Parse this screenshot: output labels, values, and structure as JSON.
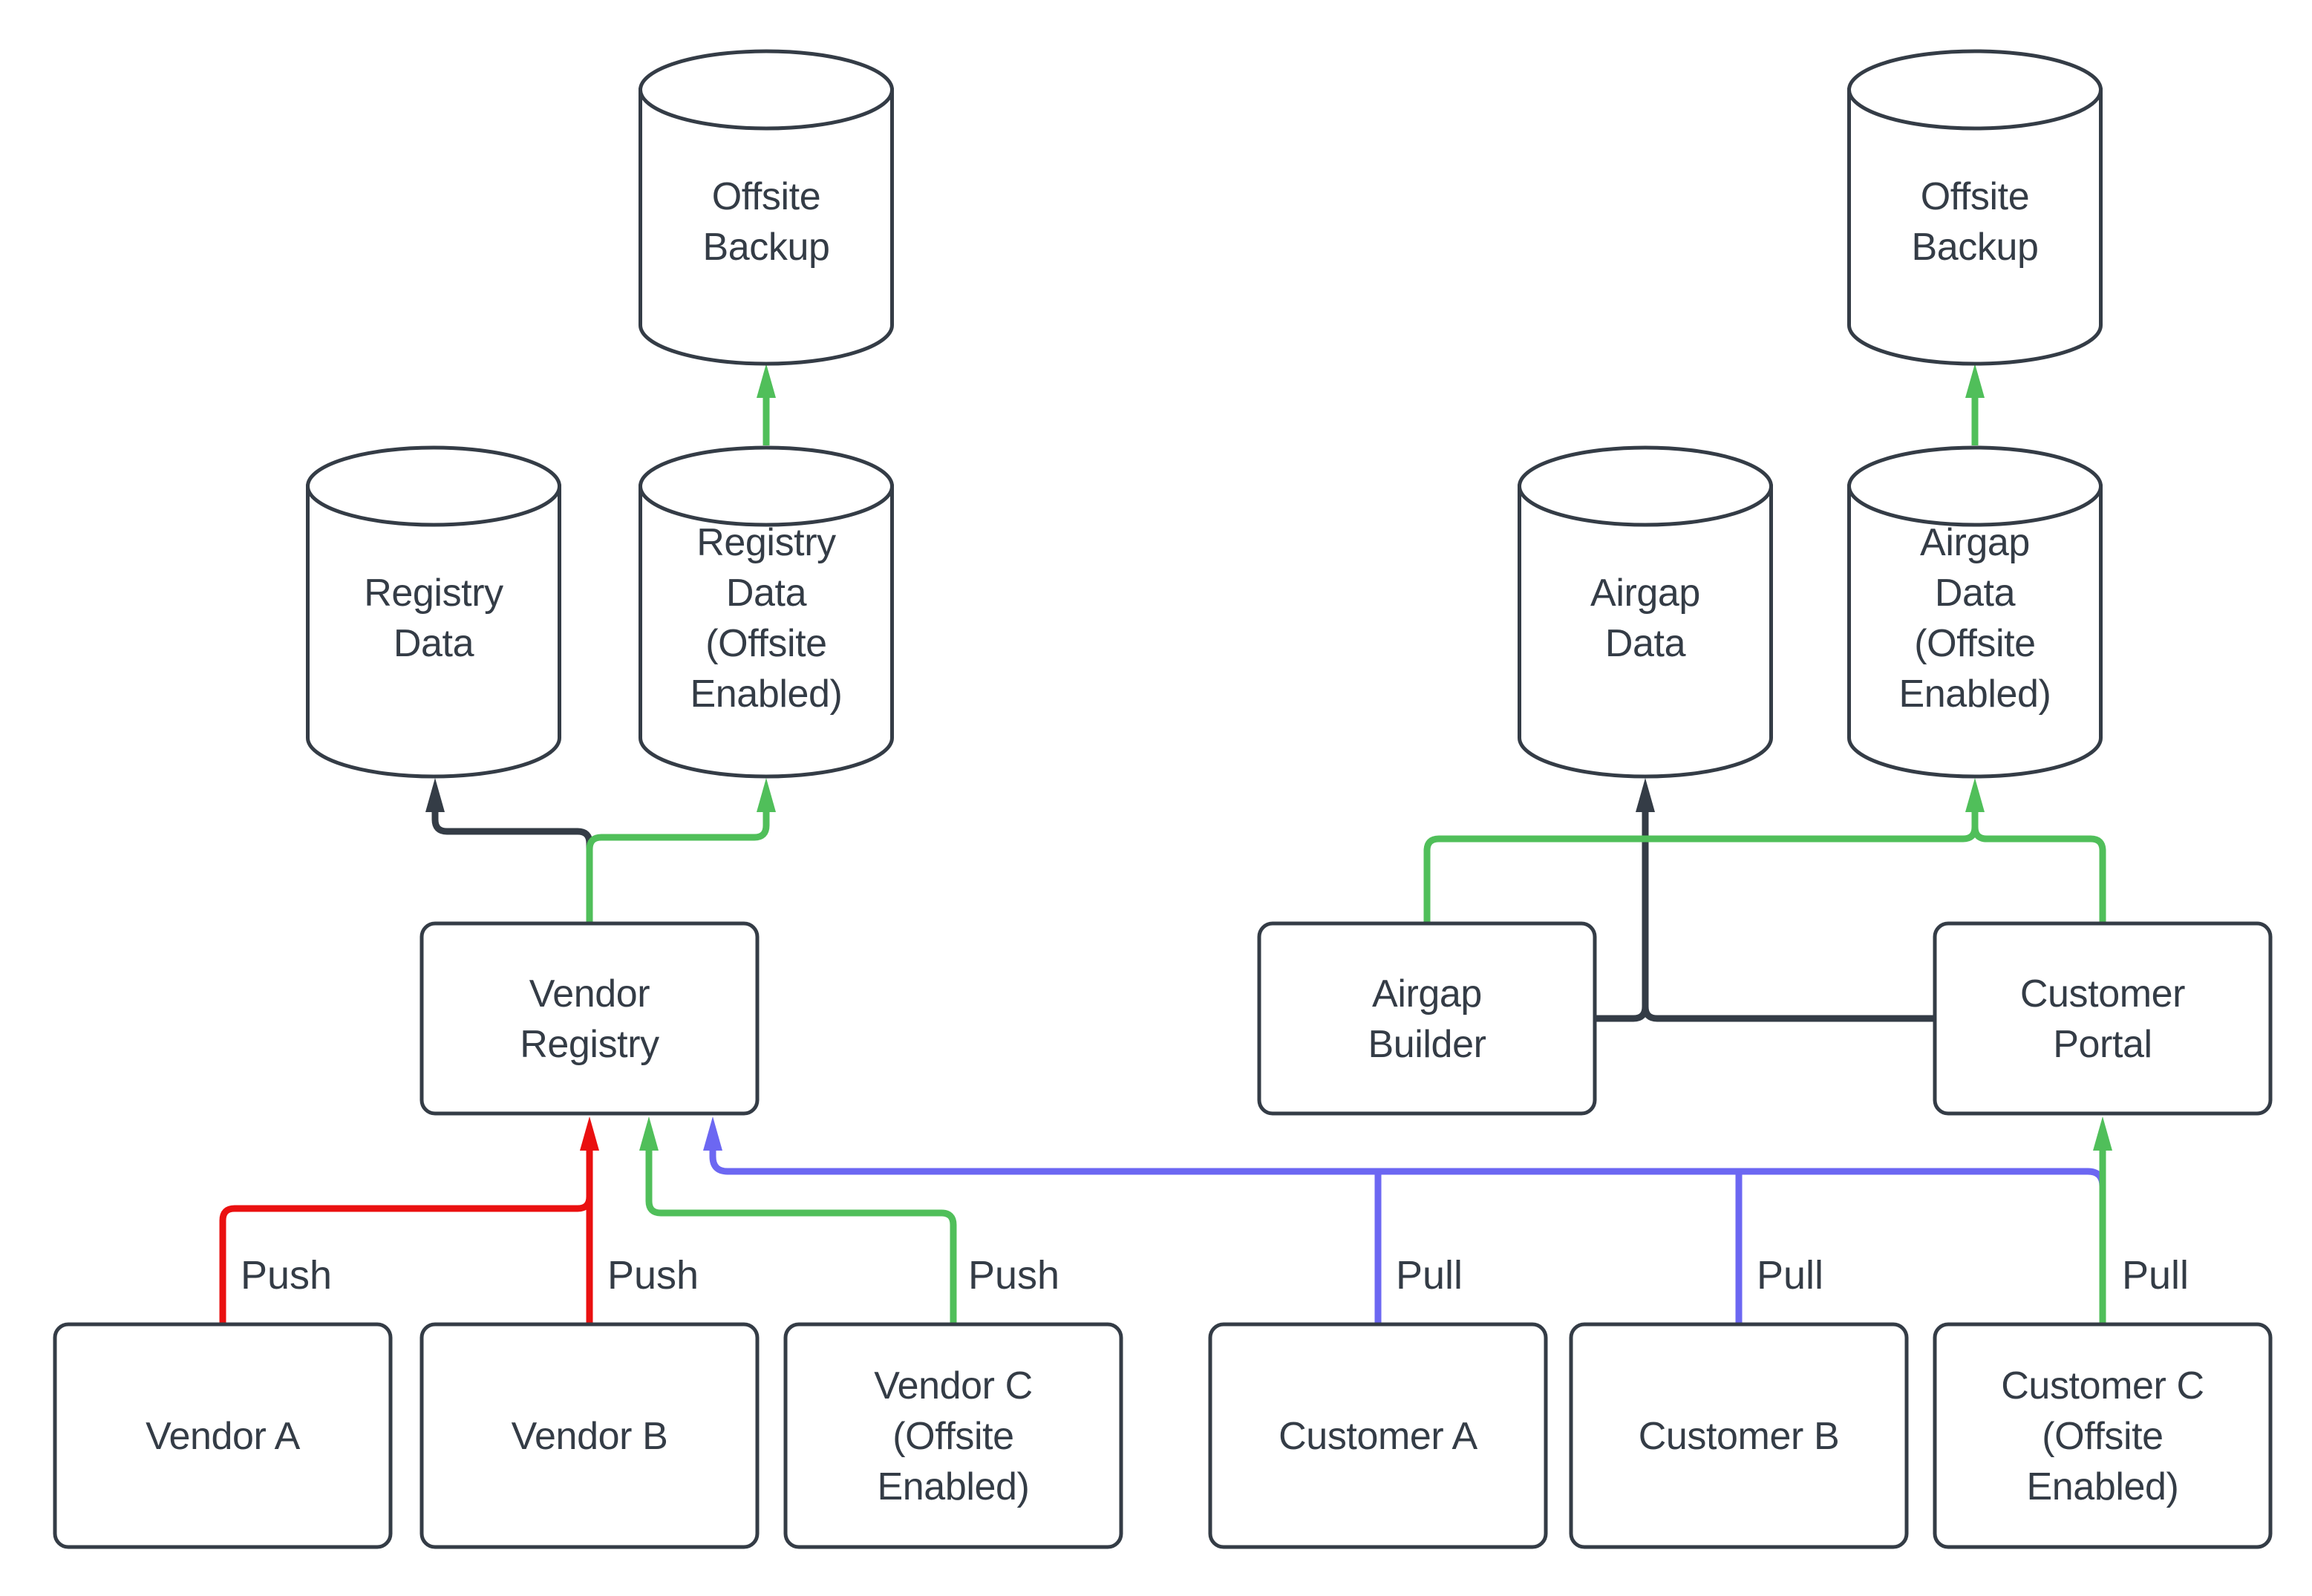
{
  "diagram": {
    "background": "#ffffff",
    "colors": {
      "node_stroke": "#343c46",
      "text": "#343c46",
      "push_red": "#ea1010",
      "offsite_green": "#50bf5a",
      "pull_blue": "#6c67f2",
      "data_black": "#343c46"
    },
    "cylinders": [
      {
        "id": "offsite-backup-left",
        "label": "Offsite Backup"
      },
      {
        "id": "registry-data",
        "label": "Registry Data"
      },
      {
        "id": "registry-data-offsite",
        "label": "Registry Data (Offsite Enabled)"
      },
      {
        "id": "airgap-data",
        "label": "Airgap Data"
      },
      {
        "id": "airgap-data-offsite",
        "label": "Airgap Data (Offsite Enabled)"
      },
      {
        "id": "offsite-backup-right",
        "label": "Offsite Backup"
      }
    ],
    "boxes": [
      {
        "id": "vendor-registry",
        "label": "Vendor Registry"
      },
      {
        "id": "airgap-builder",
        "label": "Airgap Builder"
      },
      {
        "id": "customer-portal",
        "label": "Customer Portal"
      },
      {
        "id": "vendor-a",
        "label": "Vendor A"
      },
      {
        "id": "vendor-b",
        "label": "Vendor B"
      },
      {
        "id": "vendor-c",
        "label": "Vendor C (Offsite Enabled)"
      },
      {
        "id": "customer-a",
        "label": "Customer A"
      },
      {
        "id": "customer-b",
        "label": "Customer B"
      },
      {
        "id": "customer-c",
        "label": "Customer C (Offsite Enabled)"
      }
    ],
    "edge_labels": [
      {
        "id": "push-vendor-a",
        "text": "Push"
      },
      {
        "id": "push-vendor-b",
        "text": "Push"
      },
      {
        "id": "push-vendor-c",
        "text": "Push"
      },
      {
        "id": "pull-customer-a",
        "text": "Pull"
      },
      {
        "id": "pull-customer-b",
        "text": "Pull"
      },
      {
        "id": "pull-customer-c",
        "text": "Pull"
      }
    ]
  }
}
